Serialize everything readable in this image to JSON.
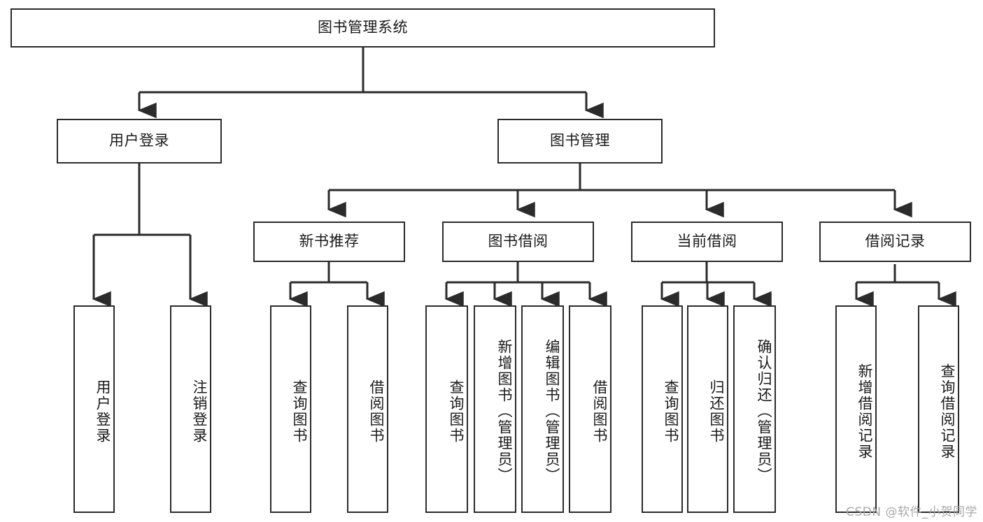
{
  "diagram": {
    "type": "tree",
    "title": "图书管理系统",
    "root": {
      "label": "图书管理系统"
    },
    "level2": [
      {
        "label": "用户登录"
      },
      {
        "label": "图书管理"
      }
    ],
    "level3": [
      {
        "label": "新书推荐"
      },
      {
        "label": "图书借阅"
      },
      {
        "label": "当前借阅"
      },
      {
        "label": "借阅记录"
      }
    ],
    "leaves": {
      "user_login": [
        {
          "label": "用户登录"
        },
        {
          "label": "注销登录"
        }
      ],
      "new_book_recommend": [
        {
          "label": "查询图书"
        },
        {
          "label": "借阅图书"
        }
      ],
      "book_borrow": [
        {
          "label": "查询图书"
        },
        {
          "label": "新增图书（管理员）"
        },
        {
          "label": "编辑图书（管理员）"
        },
        {
          "label": "借阅图书"
        }
      ],
      "current_borrow": [
        {
          "label": "查询图书"
        },
        {
          "label": "归还图书"
        },
        {
          "label": "确认归还（管理员）"
        }
      ],
      "borrow_record": [
        {
          "label": "新增借阅记录"
        },
        {
          "label": "查询借阅记录"
        }
      ]
    },
    "colors": {
      "stroke": "#2b2b2b",
      "box_fill": "#ffffff",
      "text": "#1a1a1a",
      "watermark": "#a8a8a8"
    }
  },
  "watermark": {
    "text": "CSDN @软件_小贺同学"
  }
}
